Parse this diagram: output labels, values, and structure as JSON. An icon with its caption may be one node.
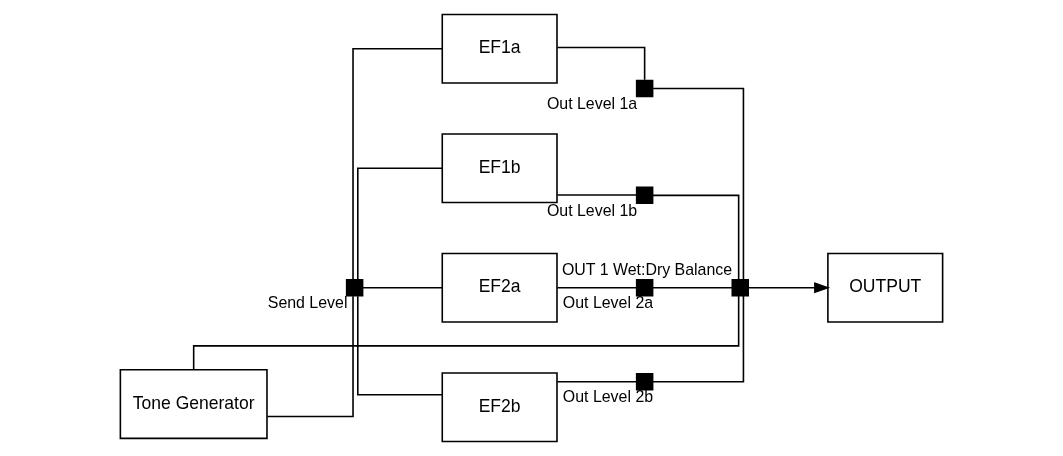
{
  "diagram": {
    "nodes": [
      {
        "text": [
          "Tone Generator"
        ]
      },
      {
        "text": [],
        "shape": "box",
        "beside": [
          "Send Level"
        ]
      },
      {
        "text": [
          "EF1a"
        ]
      },
      {
        "text": [
          "EF1b"
        ]
      },
      {
        "text": [
          "EF2a"
        ]
      },
      {
        "text": [
          "EF2b"
        ]
      },
      {
        "text": [],
        "shape": "box",
        "beside": [
          "Out Level 1a"
        ]
      },
      {
        "text": [],
        "shape": "box",
        "beside": [
          "Out Level 1b"
        ]
      },
      {
        "text": [],
        "shape": "box",
        "beside": [
          "Out Level 2a"
        ]
      },
      {
        "text": [],
        "shape": "box",
        "beside": [
          "Out Level 2b"
        ]
      },
      {
        "text": [],
        "shape": "box",
        "beside": [
          "OUT 1 Wet:Dry Balance"
        ]
      },
      {
        "text": [
          "OUTPUT"
        ]
      }
    ],
    "edges": [
      {
        "from": 0,
        "to": 1,
        "arrow": "none"
      },
      {
        "from": 0,
        "to": 10,
        "arrow": "none"
      },
      {
        "from": 1,
        "to": 2,
        "arrow": "none"
      },
      {
        "from": 1,
        "to": 3,
        "arrow": "none"
      },
      {
        "from": 1,
        "to": 4,
        "arrow": "none"
      },
      {
        "from": 1,
        "to": 5,
        "arrow": "none"
      },
      {
        "from": 2,
        "to": 6,
        "arrow": "none"
      },
      {
        "from": 3,
        "to": 7,
        "arrow": "none"
      },
      {
        "from": 4,
        "to": 8,
        "arrow": "none"
      },
      {
        "from": 5,
        "to": 9,
        "arrow": "none"
      },
      {
        "from": 6,
        "to": 10,
        "arrow": "none"
      },
      {
        "from": 7,
        "to": 10,
        "arrow": "none"
      },
      {
        "from": 8,
        "to": 10,
        "arrow": "none"
      },
      {
        "from": 9,
        "to": 10,
        "arrow": "none"
      },
      {
        "from": 10,
        "to": 11,
        "arrow": "to"
      }
    ]
  }
}
